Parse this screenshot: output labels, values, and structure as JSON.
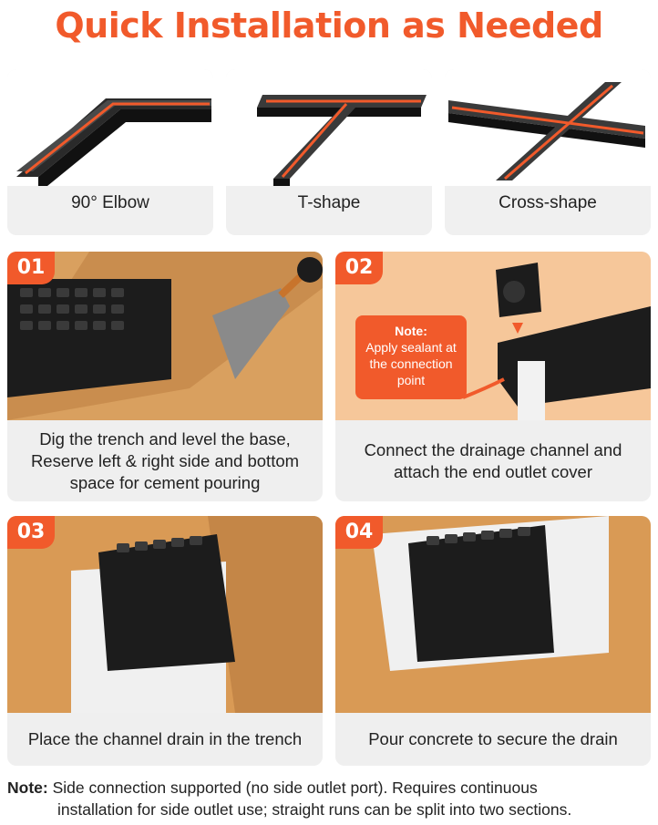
{
  "title": "Quick Installation as Needed",
  "shapes": [
    {
      "label": "90° Elbow"
    },
    {
      "label": "T-shape"
    },
    {
      "label": "Cross-shape"
    }
  ],
  "steps": [
    {
      "number": "01",
      "caption": "Dig the trench and level the base, Reserve left & right side and bottom space for cement pouring"
    },
    {
      "number": "02",
      "caption": "Connect the drainage channel and attach the end outlet cover",
      "note_title": "Note:",
      "note_text": "Apply sealant at the connection point"
    },
    {
      "number": "03",
      "caption": "Place the channel drain in the trench"
    },
    {
      "number": "04",
      "caption": "Pour concrete to secure the drain"
    }
  ],
  "footer": {
    "label": "Note:",
    "line1": "Side connection supported (no side outlet port). Requires continuous",
    "line2": "installation for side outlet use; straight runs can be split into two sections."
  },
  "colors": {
    "accent": "#f15a2b",
    "soil": "#d9a05f",
    "drain": "#1c1c1c"
  }
}
